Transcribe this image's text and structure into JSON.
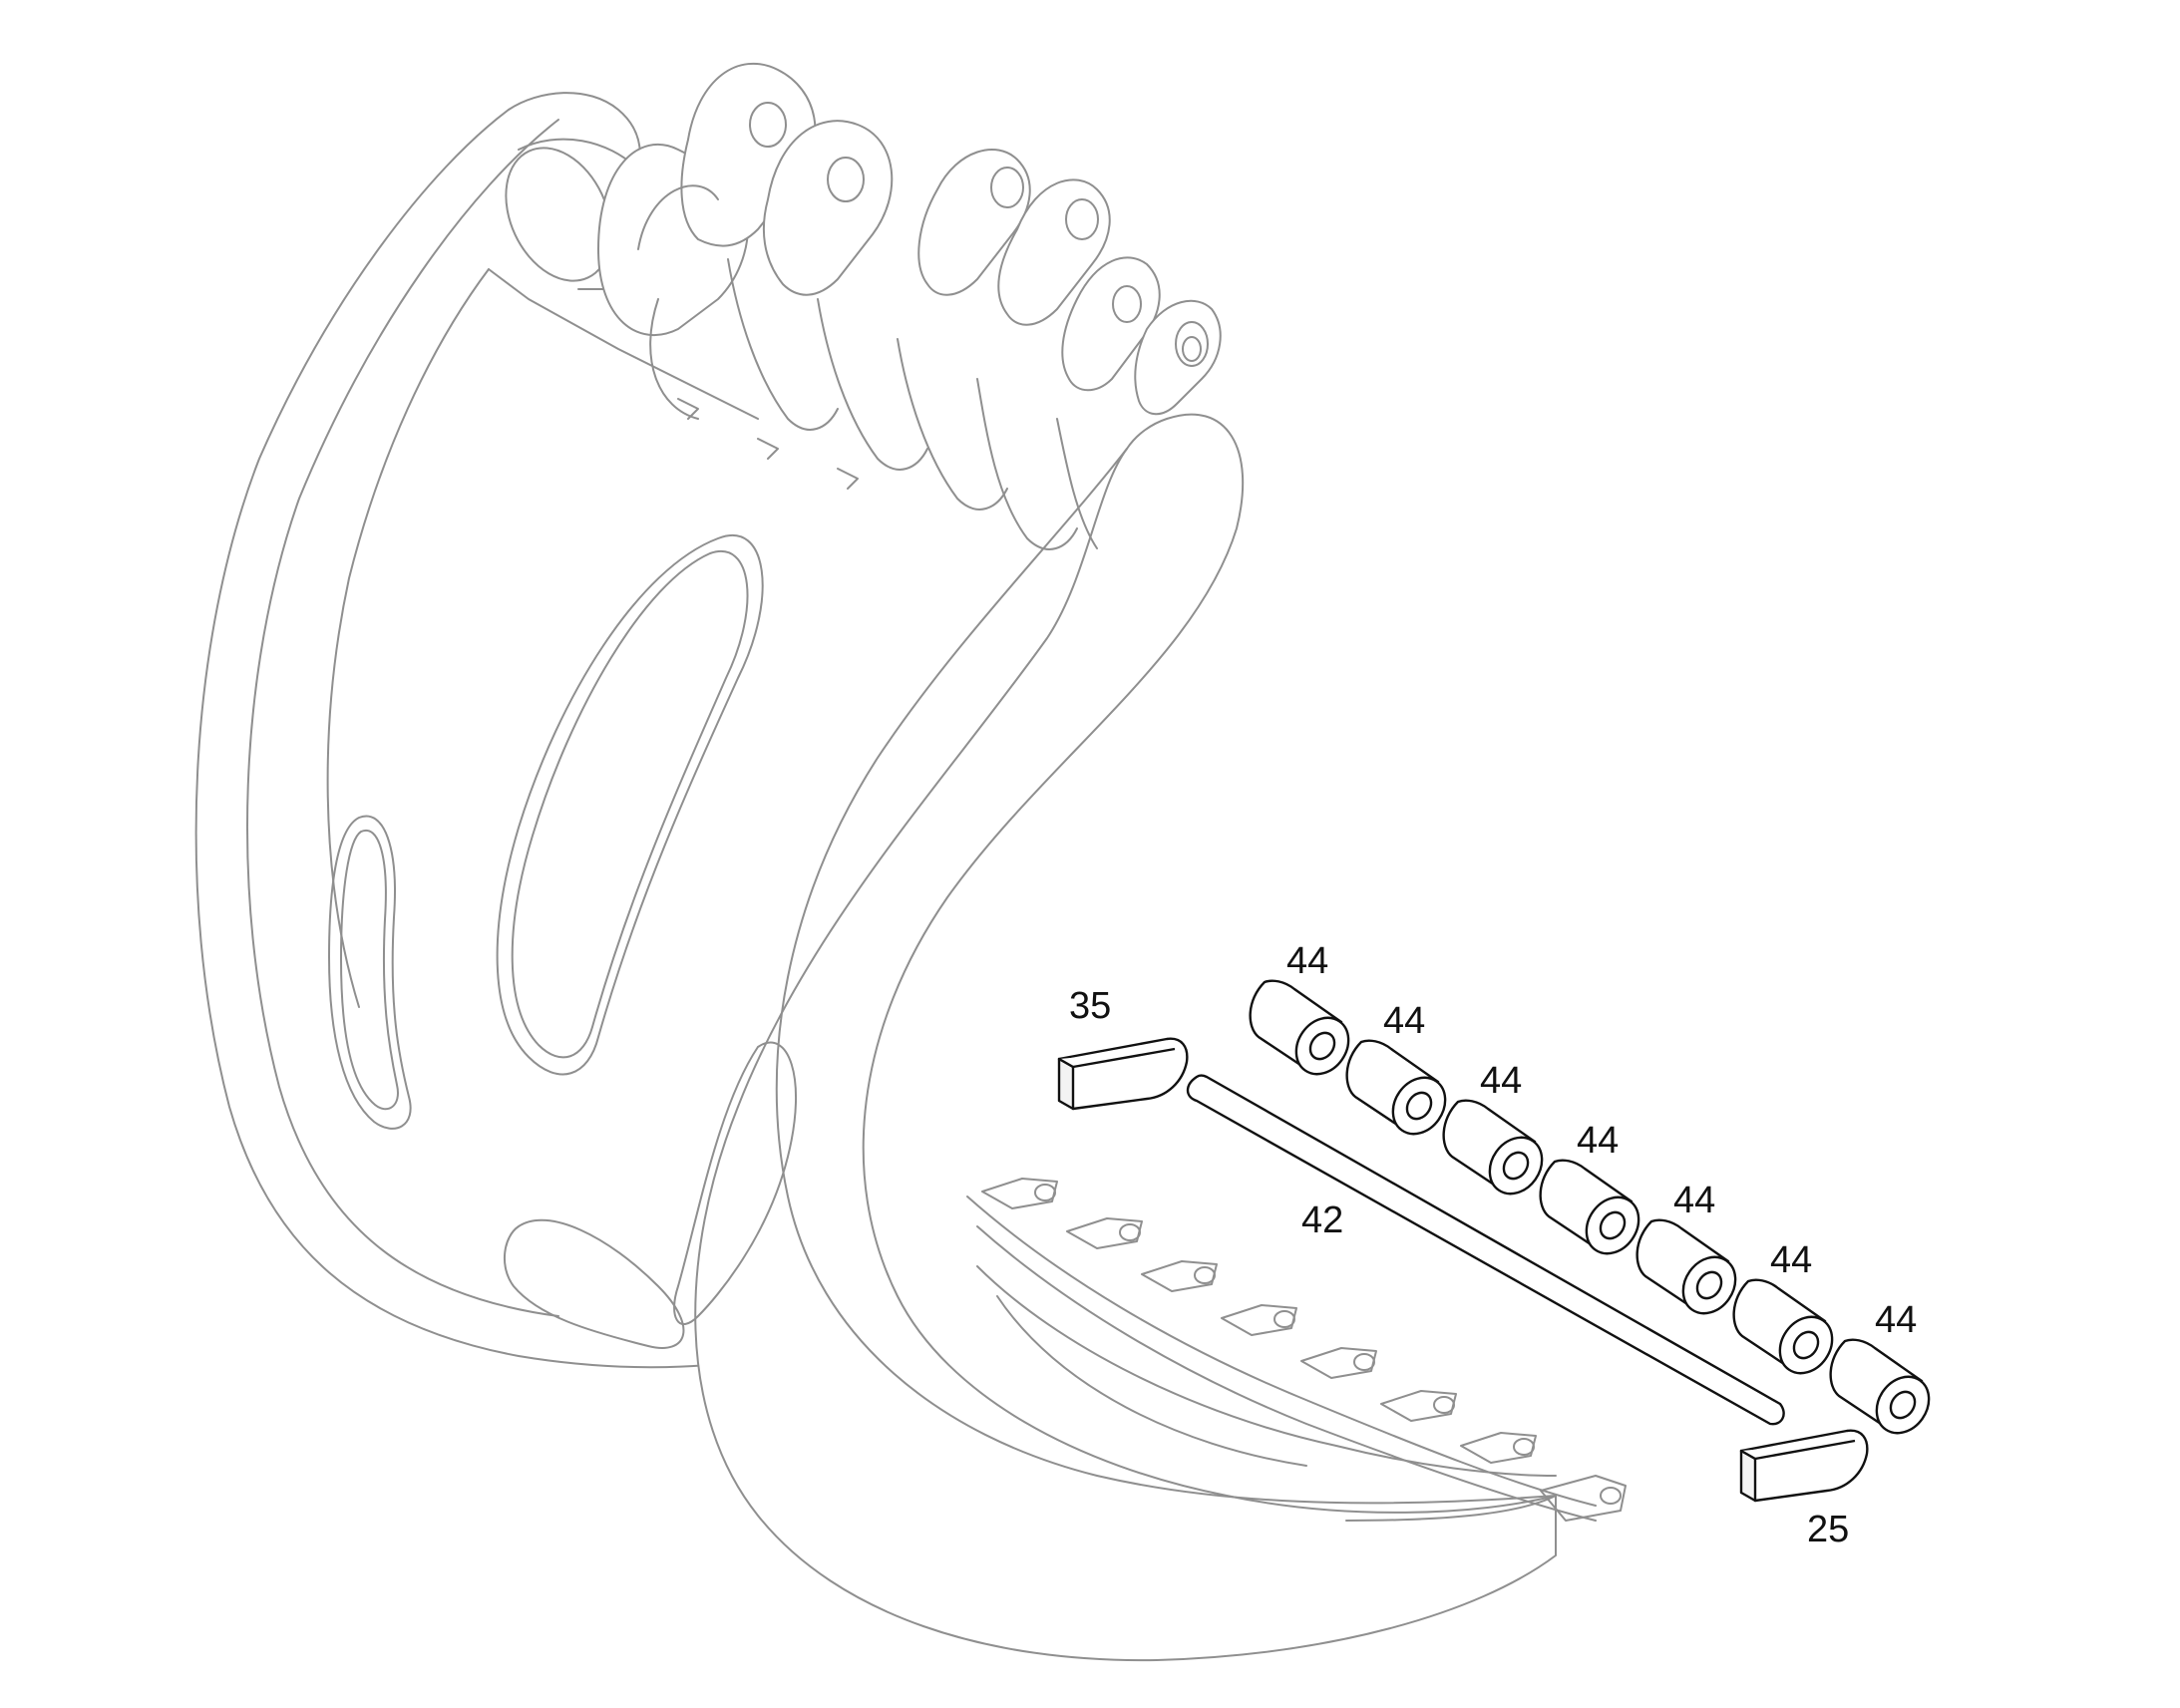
{
  "callouts": {
    "c35": "35",
    "c42": "42",
    "c25": "25",
    "c44_1": "44",
    "c44_2": "44",
    "c44_3": "44",
    "c44_4": "44",
    "c44_5": "44",
    "c44_6": "44",
    "c44_7": "44"
  },
  "colors": {
    "drawing_line": "#8f8f8f",
    "part_line": "#111111",
    "background": "#ffffff"
  }
}
